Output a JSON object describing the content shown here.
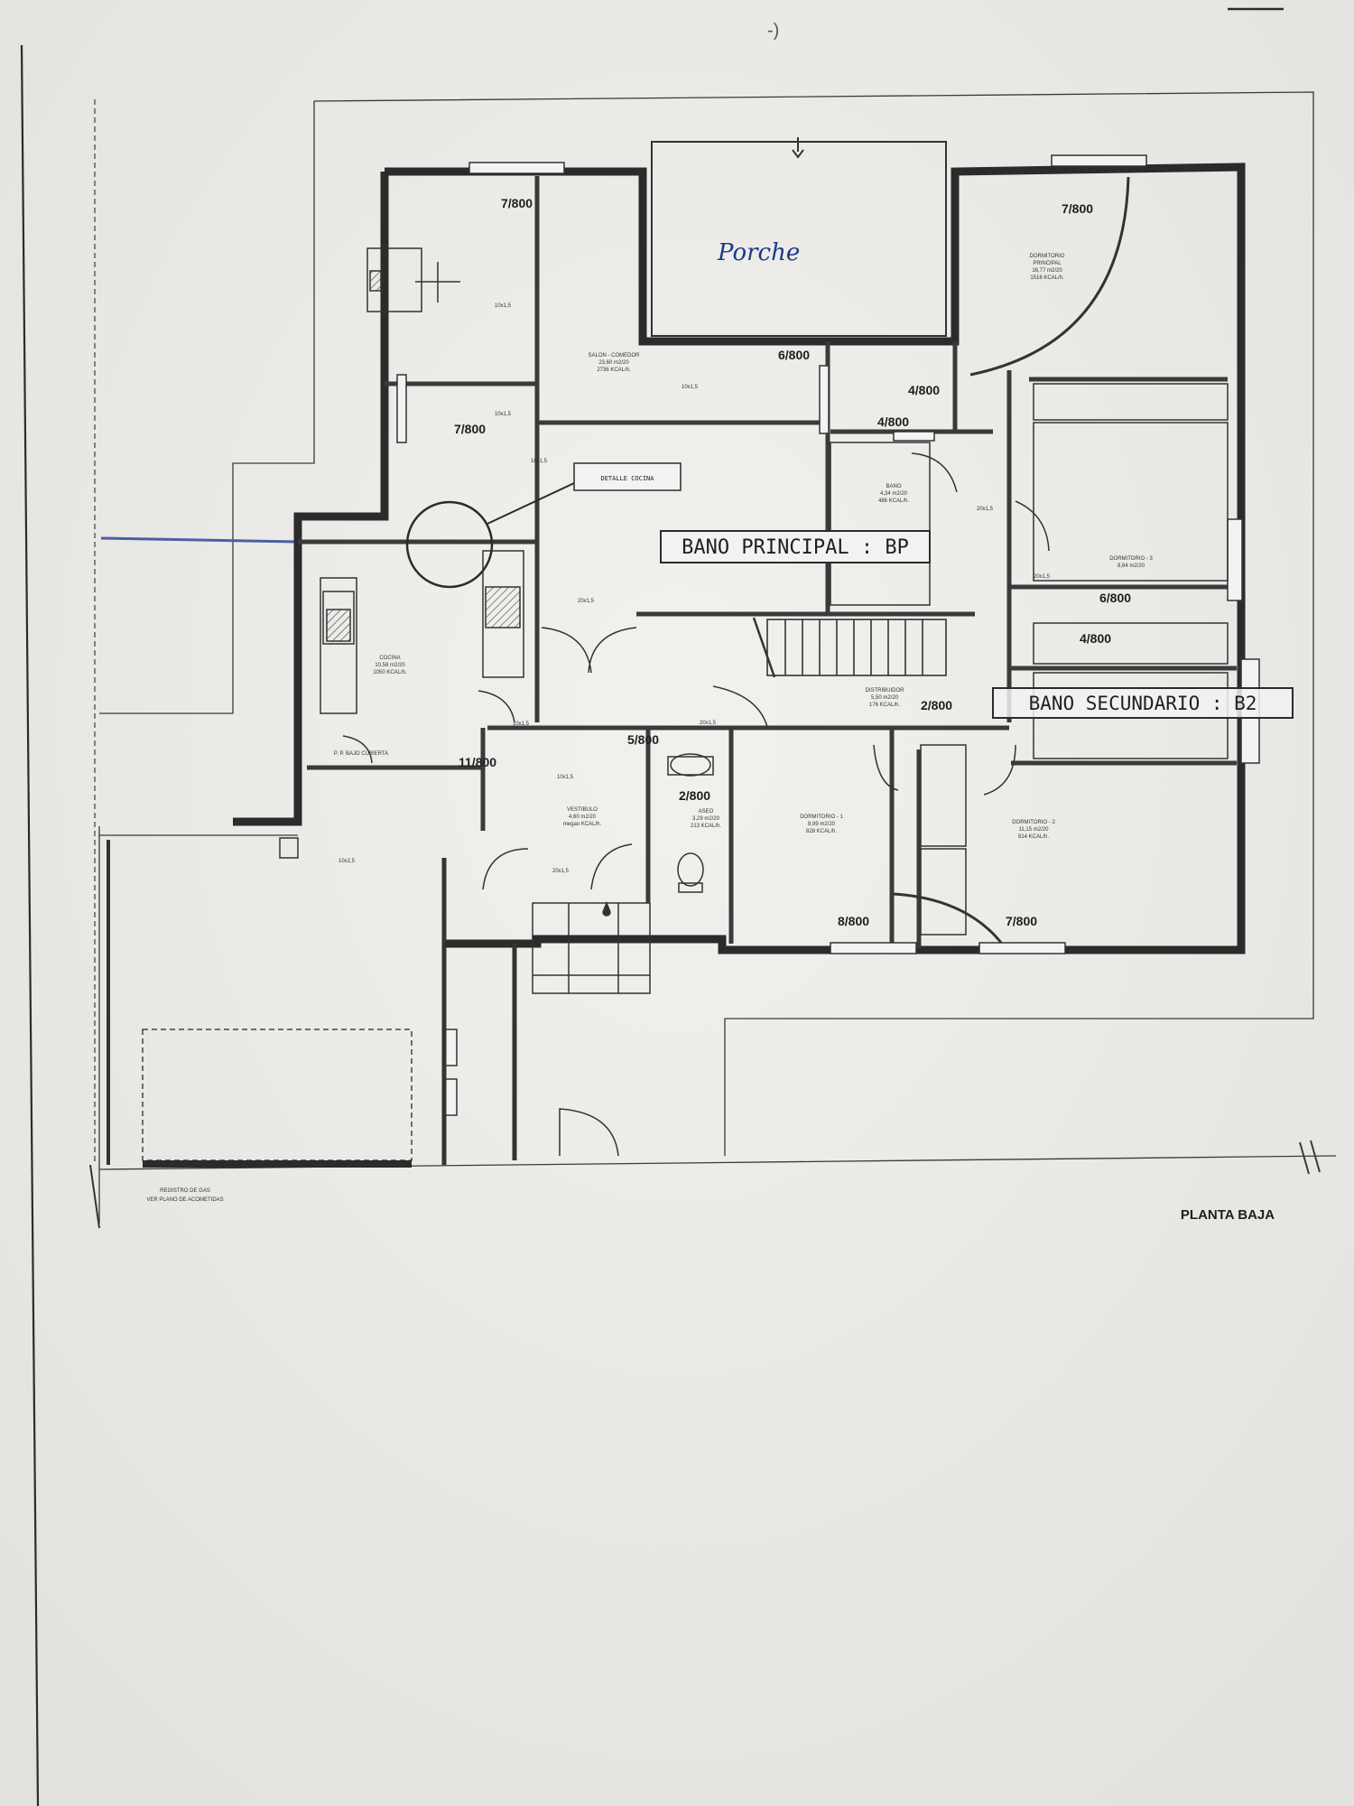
{
  "labels": {
    "porche": "Porche",
    "bano_principal": "BANO PRINCIPAL : BP",
    "bano_secundario": "BANO SECUNDARIO : B2",
    "planta_baja": "PLANTA BAJA",
    "detalle_cocina": "DETALLE COCINA",
    "top_mark": "-)"
  },
  "rooms": {
    "dormitorio_principal": [
      "DORMITORIO",
      "PRINCIPAL",
      "16,77 m2/20",
      "1516 KCAL/h."
    ],
    "salon_comedor": [
      "SALON - COMEDOR",
      "23,60 m2/20",
      "2736 KCAL/h."
    ],
    "bano": [
      "BANO",
      "4,34 m2/20",
      "486 KCAL/h."
    ],
    "dormitorio_3": [
      "DORMITORIO - 3",
      "8,84 m2/20"
    ],
    "cocina": [
      "COCINA",
      "10,58 m2/20",
      "1050 KCAL/h."
    ],
    "distribuidor": [
      "DISTRIBUIDOR",
      "5,50 m2/20",
      "176 KCAL/h."
    ],
    "vestibulo": [
      "VESTIBULO",
      "4,60 m2/20",
      "megao KCAL/h."
    ],
    "aseo": [
      "ASEO",
      "3,29 m2/20",
      "213 KCAL/h."
    ],
    "dormitorio_1": [
      "DORMITORIO - 1",
      "8,99 m2/20",
      "828 KCAL/h."
    ],
    "dormitorio_2": [
      "DORMITORIO - 2",
      "11,15 m2/20",
      "814 KCAL/h."
    ],
    "bajo_cubierta": "P. P. BAJO CUBIERTA",
    "registro_gas": [
      "REGISTRO DE GAS",
      "VER PLANO DE ACOMETIDAS"
    ]
  },
  "dimensions": {
    "d1": "7/800",
    "d2": "7/800",
    "d3": "7/800",
    "d4": "6/800",
    "d5": "4/800",
    "d6": "4/800",
    "d7": "6/800",
    "d8": "4/800",
    "d9": "2/800",
    "d10": "5/800",
    "d11": "11/800",
    "d12": "2/800",
    "d13": "8/800",
    "d14": "7/800"
  },
  "small": {
    "s1": "10x1,5",
    "s2": "10x1,5",
    "s3": "10x1,5",
    "s4": "10x1,5",
    "s5": "20x1,5",
    "s6": "20x1,5",
    "s7": "20x1,5",
    "s8": "20x1,5",
    "s9": "10x1,5",
    "s10": "10x2,5",
    "s11": "20x1,5",
    "s12": "10x1,5"
  },
  "colors": {
    "paper": "#ecebe8",
    "ink": "#2b2b2b",
    "handwriting": "#1b3a8a"
  }
}
